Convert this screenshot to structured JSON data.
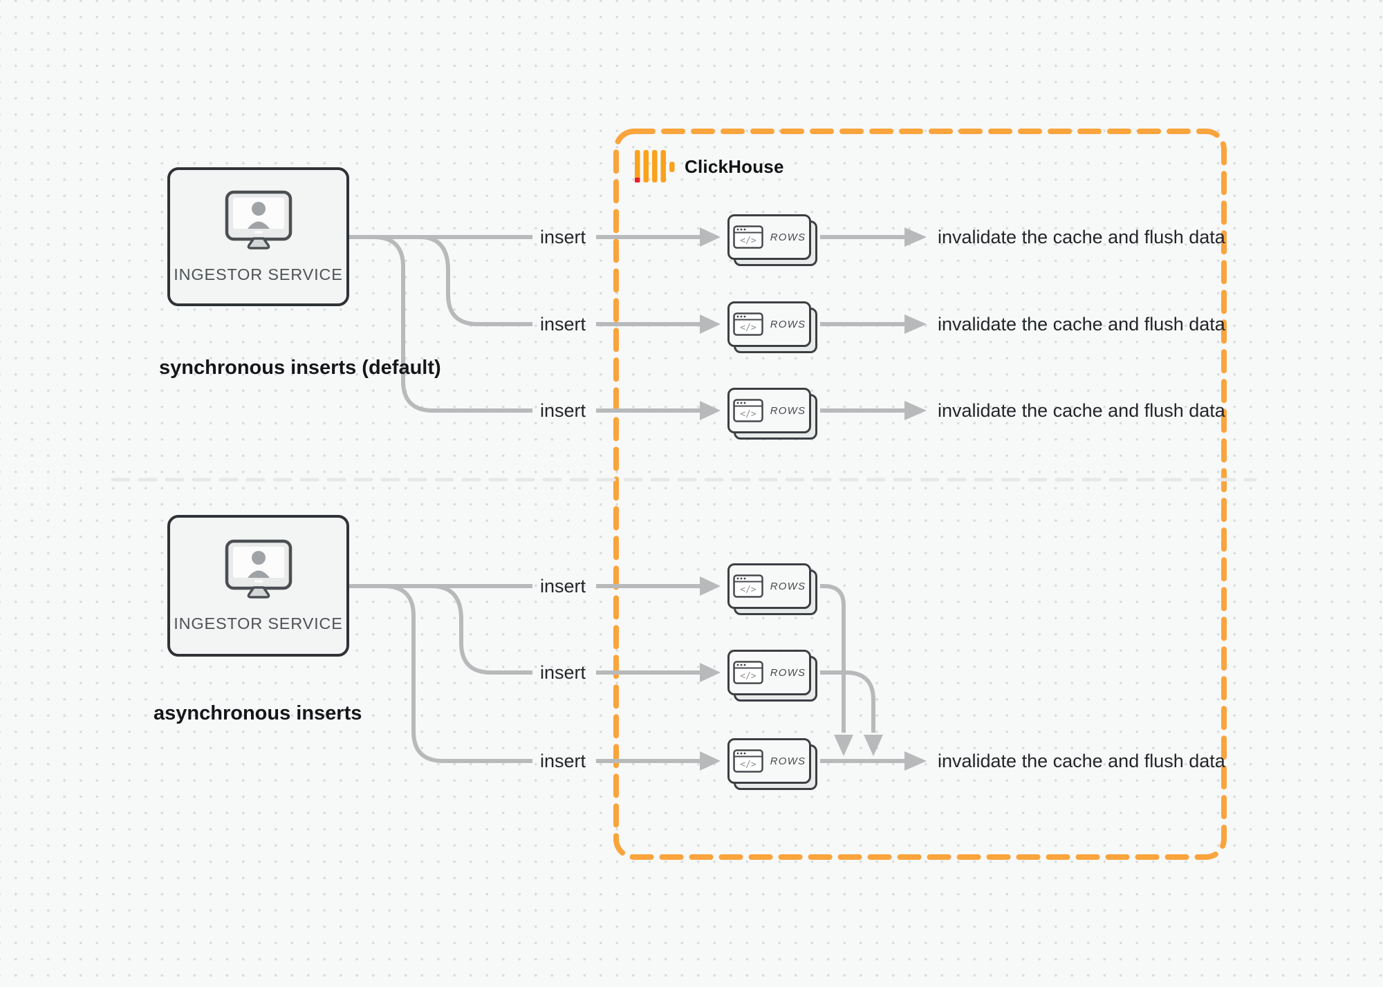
{
  "colors": {
    "accent_orange": "#F9A43C",
    "logo_amber": "#FAA21C",
    "logo_red": "#EA1D24",
    "wire_gray": "#B7B9BA"
  },
  "clickhouse": {
    "label": "ClickHouse"
  },
  "rows_card": {
    "label": "ROWS",
    "code_glyph": "</>"
  },
  "sections": [
    {
      "caption": "synchronous inserts (default)",
      "service_label": "INGESTOR SERVICE",
      "rows": [
        {
          "insert_label": "insert",
          "card_label": "ROWS",
          "result_label": "invalidate the cache and flush data"
        },
        {
          "insert_label": "insert",
          "card_label": "ROWS",
          "result_label": "invalidate the cache and flush data"
        },
        {
          "insert_label": "insert",
          "card_label": "ROWS",
          "result_label": "invalidate the cache and flush data"
        }
      ]
    },
    {
      "caption": "asynchronous inserts",
      "service_label": "INGESTOR SERVICE",
      "rows": [
        {
          "insert_label": "insert",
          "card_label": "ROWS"
        },
        {
          "insert_label": "insert",
          "card_label": "ROWS"
        },
        {
          "insert_label": "insert",
          "card_label": "ROWS",
          "result_label": "invalidate the cache and flush data"
        }
      ]
    }
  ]
}
